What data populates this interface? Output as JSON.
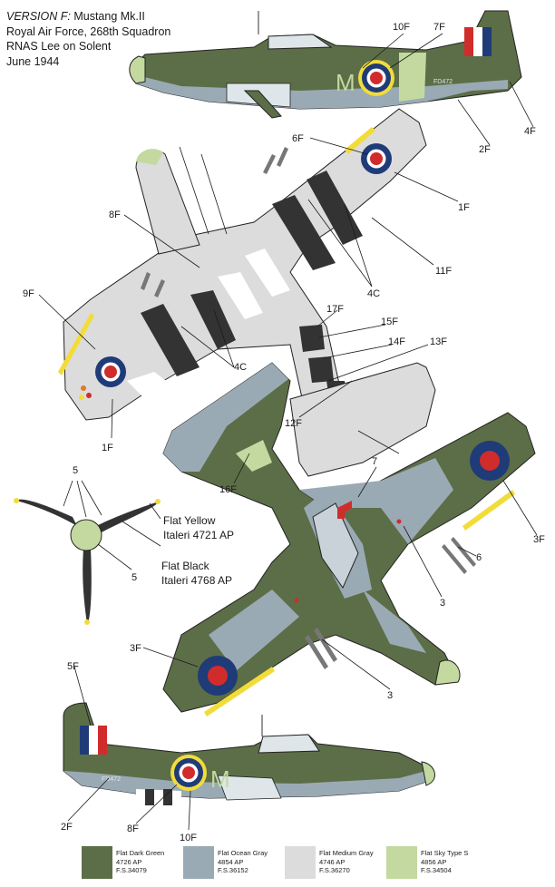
{
  "header": {
    "version_label": "VERSION F:",
    "aircraft": "Mustang Mk.II",
    "unit": "Royal Air Force, 268th Squadron",
    "base": "RNAS Lee on Solent",
    "date": "June 1944"
  },
  "codes": {
    "serial": "FD472",
    "letter": "M"
  },
  "callouts": [
    "10F",
    "7F",
    "4F",
    "2F",
    "6F",
    "1F",
    "11F",
    "8F",
    "4C",
    "9F",
    "4C",
    "17F",
    "15F",
    "14F",
    "13F",
    "12F",
    "1F",
    "16F",
    "7",
    "3F",
    "6",
    "3",
    "3F",
    "3",
    "5F",
    "2F",
    "8F",
    "10F",
    "5",
    "5"
  ],
  "paint_notes": {
    "yellow": {
      "name": "Flat Yellow",
      "code": "Italeri 4721 AP"
    },
    "black": {
      "name": "Flat Black",
      "code": "Italeri 4768 AP"
    }
  },
  "colors": {
    "dark_green": "#5c6e47",
    "ocean_gray": "#9aaab4",
    "medium_gray": "#d9d9db",
    "sky": "#c3d9a0",
    "roundel_blue": "#1f3b78",
    "roundel_red": "#d02c2c",
    "yellow": "#f2dc3a",
    "stripe_black": "#333333"
  },
  "legend": [
    {
      "name": "Flat Dark Green",
      "code": "4726 AP",
      "fs": "F.S.34079",
      "color": "#5c6e47"
    },
    {
      "name": "Flat Ocean Gray",
      "code": "4854 AP",
      "fs": "F.S.36152",
      "color": "#9aaab4"
    },
    {
      "name": "Flat Medium Gray",
      "code": "4746 AP",
      "fs": "F.S.36270",
      "color": "#dcdcdc"
    },
    {
      "name": "Flat Sky Type S",
      "code": "4856 AP",
      "fs": "F.S.34504",
      "color": "#c3d9a0"
    }
  ]
}
